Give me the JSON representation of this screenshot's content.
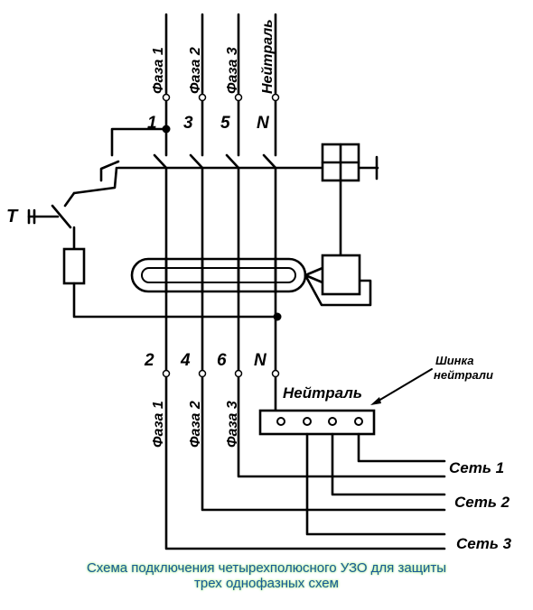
{
  "diagram": {
    "top_phase_labels": [
      "Фаза 1",
      "Фаза 2",
      "Фаза 3",
      "Нейтраль"
    ],
    "top_terminal_numbers": [
      "1",
      "3",
      "5",
      "N"
    ],
    "bottom_phase_labels": [
      "Фаза 1",
      "Фаза 2",
      "Фаза 3"
    ],
    "bottom_terminal_numbers": [
      "2",
      "4",
      "6",
      "N"
    ],
    "test_button_label": "T",
    "neutral_label": "Нейтраль",
    "bus_label": "Шинка нейтрали",
    "networks": [
      "Сеть 1",
      "Сеть 2",
      "Сеть 3"
    ]
  },
  "caption": {
    "line1": "Схема подключения четырехполюсного УЗО для защиты",
    "line2": "трех однофазных схем"
  }
}
